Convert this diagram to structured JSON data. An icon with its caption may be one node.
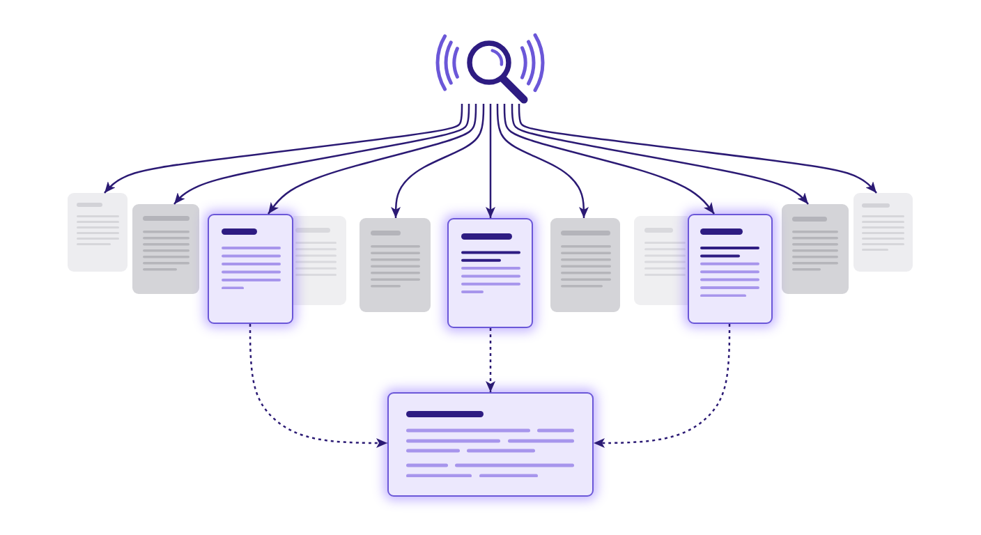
{
  "diagram": {
    "nodes": [
      {
        "text": [],
        "shape": "picture"
      },
      {
        "text": [],
        "shape": "document"
      },
      {
        "text": [],
        "shape": "document"
      },
      {
        "text": [],
        "shape": "document"
      },
      {
        "text": [],
        "shape": "document"
      },
      {
        "text": [],
        "shape": "document"
      },
      {
        "text": [],
        "shape": "document"
      },
      {
        "text": [],
        "shape": "document"
      },
      {
        "text": [],
        "shape": "document"
      },
      {
        "text": [],
        "shape": "document"
      },
      {
        "text": [],
        "shape": "document"
      },
      {
        "text": [],
        "shape": "document"
      },
      {
        "text": [],
        "shape": "document"
      }
    ],
    "edges": [
      {
        "from": 0,
        "to": 1,
        "arrow": "to"
      },
      {
        "from": 0,
        "to": 2,
        "arrow": "to"
      },
      {
        "from": 0,
        "to": 3,
        "arrow": "to"
      },
      {
        "from": 0,
        "to": 5,
        "arrow": "to"
      },
      {
        "from": 0,
        "to": 6,
        "arrow": "to"
      },
      {
        "from": 0,
        "to": 7,
        "arrow": "to"
      },
      {
        "from": 0,
        "to": 9,
        "arrow": "to"
      },
      {
        "from": 0,
        "to": 10,
        "arrow": "to"
      },
      {
        "from": 0,
        "to": 11,
        "arrow": "to"
      },
      {
        "from": 3,
        "to": 12,
        "arrow": "to",
        "style": "dashed"
      },
      {
        "from": 6,
        "to": 12,
        "arrow": "to",
        "style": "dashed"
      },
      {
        "from": 9,
        "to": 12,
        "arrow": "to",
        "style": "dashed"
      }
    ]
  }
}
